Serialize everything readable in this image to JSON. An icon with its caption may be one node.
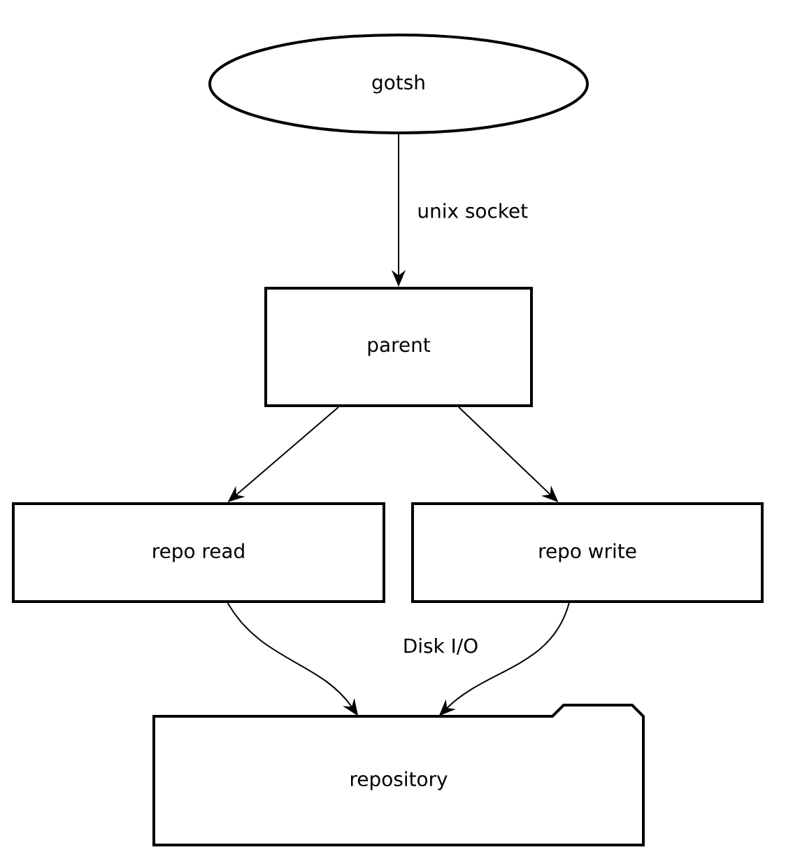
{
  "diagram": {
    "nodes": [
      {
        "text": [
          "gotsh"
        ]
      },
      {
        "text": [
          "parent"
        ]
      },
      {
        "text": [
          "repo read"
        ]
      },
      {
        "text": [
          "repo write"
        ]
      },
      {
        "text": [
          "repository"
        ]
      }
    ],
    "edges": [
      {
        "from": 0,
        "to": 1,
        "arrow": "to",
        "label": "unix socket"
      },
      {
        "from": 1,
        "to": 2,
        "arrow": "to"
      },
      {
        "from": 1,
        "to": 3,
        "arrow": "to"
      },
      {
        "from": 2,
        "to": 4,
        "arrow": "to"
      },
      {
        "from": 3,
        "to": 4,
        "arrow": "to"
      }
    ],
    "labels": [
      "Disk I/O"
    ]
  }
}
